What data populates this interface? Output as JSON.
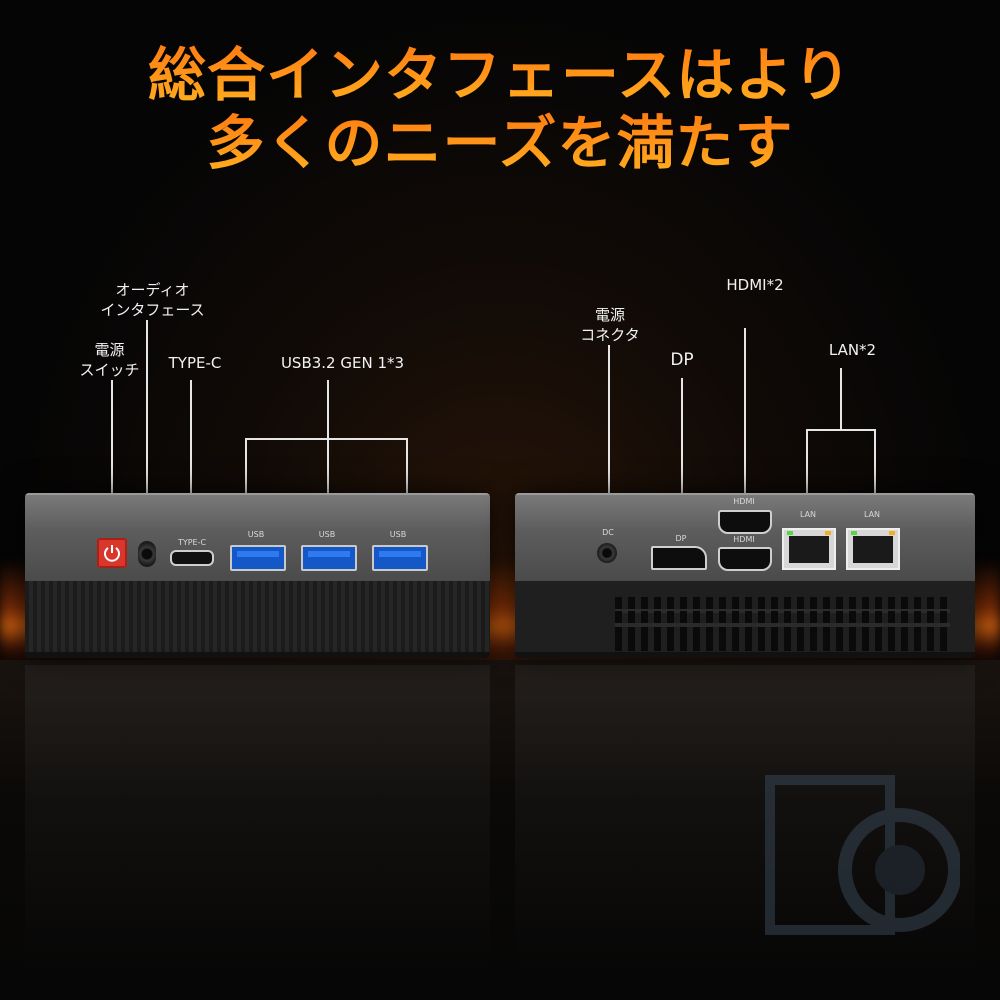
{
  "headline": {
    "line1": "総合インタフェースはより",
    "line2": "多くのニーズを満たす"
  },
  "front_panel": {
    "labels": {
      "power_switch": "電源\nスイッチ",
      "audio": "オーディオ\nインタフェース",
      "type_c": "TYPE-C",
      "usb": "USB3.2  GEN 1*3"
    },
    "port_labels": {
      "type_c": "TYPE-C",
      "usb1": "USB",
      "usb2": "USB",
      "usb3": "USB"
    }
  },
  "rear_panel": {
    "labels": {
      "power_connector": "電源\nコネクタ",
      "dp": "DP",
      "hdmi": "HDMI*2",
      "lan": "LAN*2"
    },
    "port_labels": {
      "dc": "DC",
      "dp": "DP",
      "hdmi1": "HDMI",
      "hdmi2": "HDMI",
      "lan1": "LAN",
      "lan2": "LAN"
    }
  },
  "colors": {
    "headline_orange": "#ff8a14",
    "power_button": "#d9362c",
    "usb_blue": "#1458c8",
    "lan_led_green": "#5cd34a",
    "lan_led_amber": "#f0b020"
  },
  "icons": [
    "power-icon",
    "headphone-jack-icon",
    "watermark-logo-icon"
  ]
}
